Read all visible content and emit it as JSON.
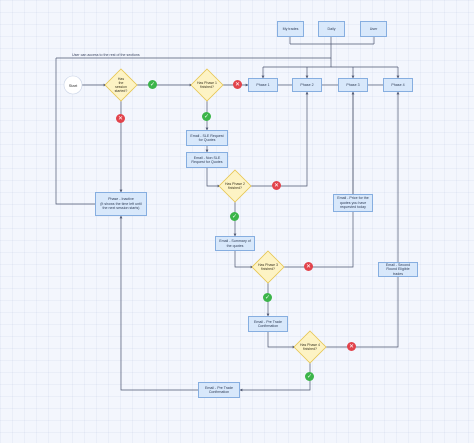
{
  "tags": {
    "my_trades": "My trades",
    "daily": "Daily",
    "user": "User"
  },
  "access_note": "User can access to the rest of the sections",
  "start": "Start",
  "phases": {
    "phase1": "Phase 1",
    "phase2": "Phase 2",
    "phase3": "Phase 3",
    "phase4": "Phase 4"
  },
  "decisions": {
    "session_started": "Has\nthe\nsession\nstarted?",
    "phase1_finished": "Has Phase 1\nfinished?",
    "phase2_finished": "Has Phase 2\nfinished?",
    "phase3_finished": "Has Phase 3\nfinished?",
    "phase4_finished": "Has Phase 4\nfinished?"
  },
  "boxes": {
    "sle_request": "Email - SLE Request\nfor Quotes",
    "non_sle_request": "Email - Non SLE\nRequest for Quotes",
    "inactive": "Phase - Inactive\n(It shows the time left until\nthe next session starts)",
    "price_for_quotes": "Email - Price for the\nquotes you have\nrequested today",
    "summary": "Email - Summary of\nthe quotes",
    "second_round": "Email - Second\nRound Eligible trades",
    "pre_trade_confirmation": "Email - Pre Trade\nConfirmation",
    "pre_trade_confirmation_2": "Email - Pre Trade\nConfirmation"
  },
  "colors": {
    "box_fill": "#d8e8fb",
    "box_border": "#86aee0",
    "diamond_fill": "#fdf3c4",
    "diamond_border": "#e6c54f",
    "connector": "#4d5670",
    "yes": "#3cb54a",
    "no": "#e2434b",
    "background": "#f3f6fd"
  },
  "icons": {
    "yes": "check-icon",
    "no": "cross-icon"
  }
}
